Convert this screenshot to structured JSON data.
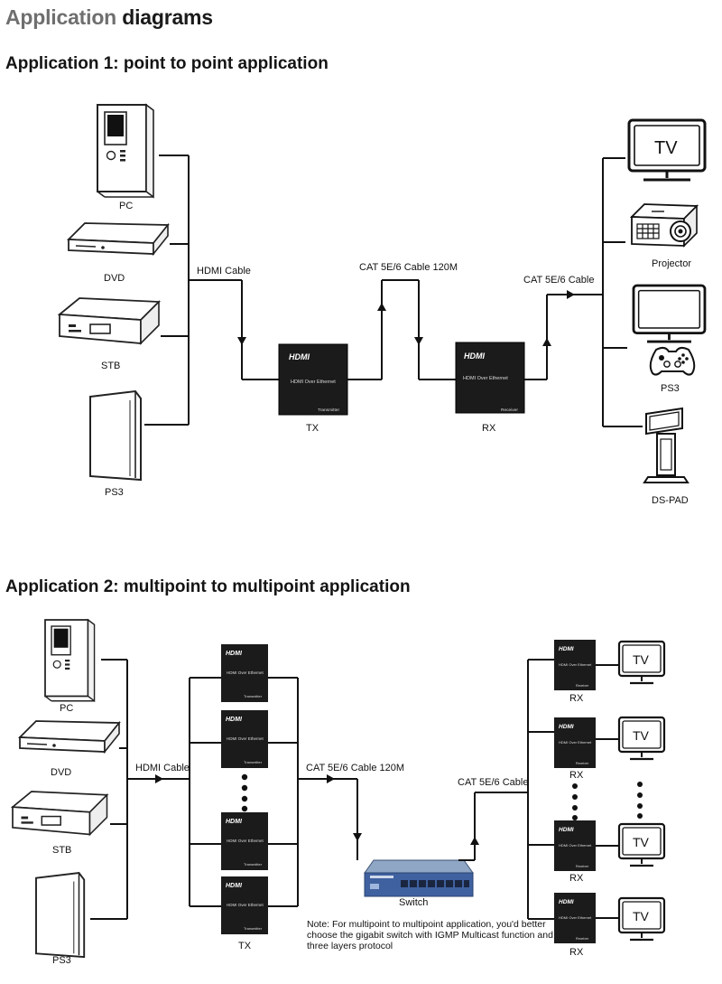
{
  "title": {
    "part1": "Application",
    "part2": "diagrams"
  },
  "app1": {
    "heading": "Application 1: point to point application",
    "sources": [
      "PC",
      "DVD",
      "STB",
      "PS3"
    ],
    "hdmi_cable": "HDMI Cable",
    "tx": {
      "label": "TX",
      "brand": "HDMI",
      "product": "HDMI Over Ethernet",
      "role": "Transmitter"
    },
    "rx": {
      "label": "RX",
      "brand": "HDMI",
      "product": "HDMI Over Ethernet",
      "role": "Receiver"
    },
    "cat_cable_120m": "CAT 5E/6 Cable 120M",
    "cat_cable": "CAT 5E/6 Cable",
    "tv_screen": "TV",
    "displays": [
      "TV",
      "Projector",
      "PS3",
      "DS-PAD"
    ]
  },
  "app2": {
    "heading": "Application 2: multipoint to multipoint application",
    "sources": [
      "PC",
      "DVD",
      "STB",
      "PS3"
    ],
    "hdmi_cable": "HDMI Cable",
    "cat_cable_120m": "CAT 5E/6 Cable 120M",
    "cat_cable": "CAT 5E/6 Cable",
    "tx_label": "TX",
    "switch_label": "Switch",
    "rx_label": "RX",
    "tv_screen": "TV",
    "box_brand": "HDMI",
    "box_product": "HDMI Over Ethernet",
    "tx_role": "Transmitter",
    "rx_role": "Receiver",
    "note": "Note: For multipoint to multipoint application, you'd better choose the gigabit switch with IGMP Multicast function and three layers protocol"
  }
}
